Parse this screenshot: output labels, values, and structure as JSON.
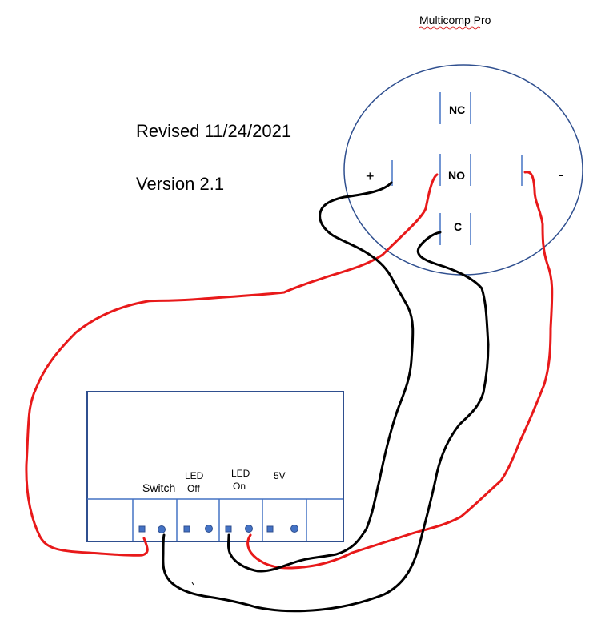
{
  "header": {
    "manufacturer": "Multicomp Pro",
    "revised": "Revised 11/24/2021",
    "version": "Version 2.1"
  },
  "relay": {
    "nc_label": "NC",
    "no_label": "NO",
    "c_label": "C",
    "plus_label": "+",
    "minus_label": "-"
  },
  "board": {
    "switch_label": "Switch",
    "led_off_line1": "LED",
    "led_off_line2": "Off",
    "led_on_line1": "LED",
    "led_on_line2": "On",
    "v5_label": "5V"
  },
  "colors": {
    "outline": "#2f4f8f",
    "red_wire": "#e8191a",
    "black_wire": "#000000",
    "pin": "#4472c4",
    "spellcheck": "#d10000"
  }
}
